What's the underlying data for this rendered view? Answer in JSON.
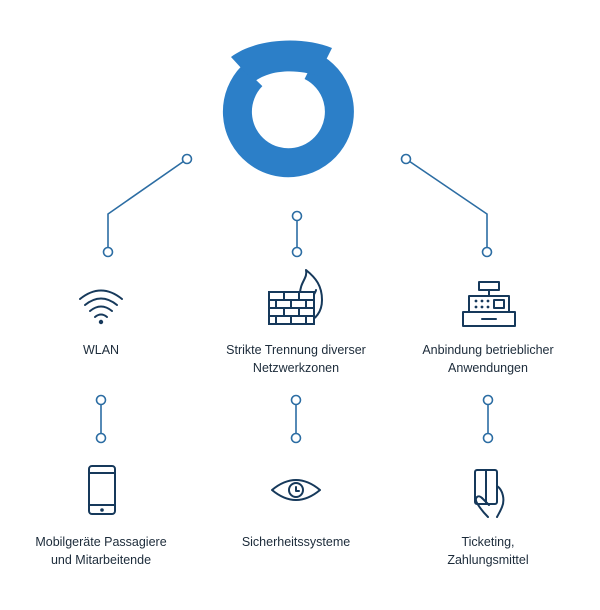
{
  "colors": {
    "logo": "#2c7fc8",
    "connector": "#2c6da3",
    "icon": "#16395b",
    "text": "#1c2b3a"
  },
  "logo": {
    "icon": "ring-swoosh-logo"
  },
  "nodes": {
    "wlan": {
      "icon": "wifi-icon",
      "lines": [
        "WLAN"
      ]
    },
    "firewall": {
      "icon": "firewall-icon",
      "lines": [
        "Strikte Trennung diverser",
        "Netzwerkzonen"
      ]
    },
    "register": {
      "icon": "cash-register-icon",
      "lines": [
        "Anbindung betrieblicher",
        "Anwendungen"
      ]
    },
    "mobile": {
      "icon": "smartphone-icon",
      "lines": [
        "Mobilgeräte Passagiere",
        "und Mitarbeitende"
      ]
    },
    "security": {
      "icon": "eye-icon",
      "lines": [
        "Sicherheitssysteme"
      ]
    },
    "ticketing": {
      "icon": "card-payment-icon",
      "lines": [
        "Ticketing,",
        "Zahlungsmittel"
      ]
    }
  }
}
